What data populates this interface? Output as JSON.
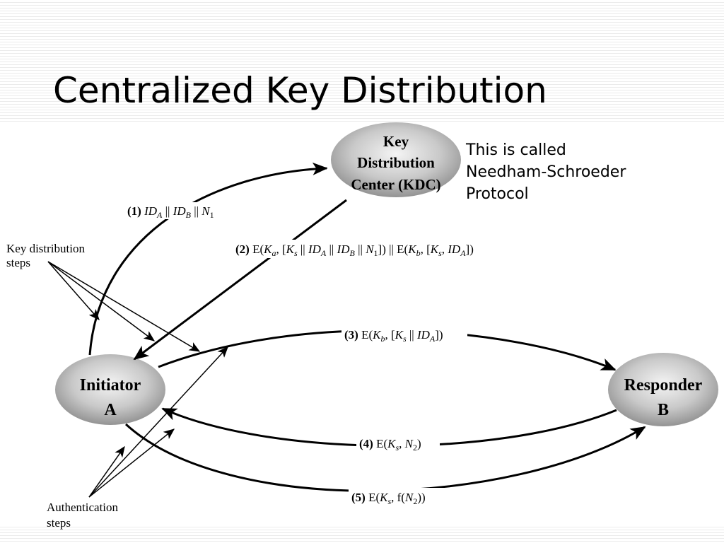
{
  "slide": {
    "title": "Centralized Key Distribution",
    "note": [
      "This is called",
      "Needham-Schroeder",
      "Protocol"
    ]
  },
  "nodes": {
    "kdc": [
      "Key",
      "Distribution",
      "Center (KDC)"
    ],
    "initiator": [
      "Initiator",
      "A"
    ],
    "responder": [
      "Responder",
      "B"
    ]
  },
  "annotations": {
    "key_distribution": [
      "Key distribution",
      "steps"
    ],
    "authentication": [
      "Authentication",
      "steps"
    ]
  },
  "steps": {
    "s1": {
      "num": "(1)",
      "id_a": "ID",
      "sub_a": "A",
      "sep1": " || ",
      "id_b": "ID",
      "sub_b": "B",
      "sep2": " || ",
      "n": "N",
      "n_sub": "1"
    },
    "s2": {
      "num": "(2)",
      "lead": "E(",
      "k": "K",
      "k_sub": "a",
      "sep0": ", [",
      "ks": "K",
      "ks_sub": "s",
      "sep1": " || ",
      "id_a": "ID",
      "sub_a": "A",
      "sep2": " || ",
      "id_b": "ID",
      "sub_b": "B",
      "sep3": " || ",
      "n": "N",
      "n_sub": "1",
      "mid": "]) || E(",
      "kb": "K",
      "kb_sub": "b",
      "sep4": ", [",
      "ks2": "K",
      "ks2_sub": "s",
      "sep5": ", ",
      "id_a2": "ID",
      "sub_a2": "A",
      "tail": "])"
    },
    "s3": {
      "num": "(3)",
      "lead": "E(",
      "k": "K",
      "k_sub": "b",
      "sep0": ", [",
      "ks": "K",
      "ks_sub": "s",
      "sep1": " || ",
      "id_a": "ID",
      "sub_a": "A",
      "tail": "])"
    },
    "s4": {
      "num": "(4)",
      "lead": "E(",
      "k": "K",
      "k_sub": "s",
      "sep0": ", ",
      "n": "N",
      "n_sub": "2",
      "tail": ")"
    },
    "s5": {
      "num": "(5)",
      "lead": "E(",
      "k": "K",
      "k_sub": "s",
      "sep0": ", f(",
      "n": "N",
      "n_sub": "2",
      "tail": "))"
    }
  },
  "colors": {
    "node_fill_light": "#f2f2f2",
    "node_fill_dark": "#8c8c8c",
    "line": "#000000",
    "text": "#000000"
  }
}
